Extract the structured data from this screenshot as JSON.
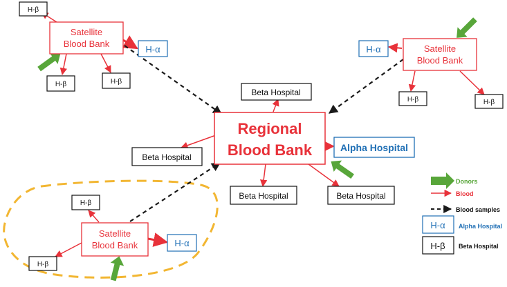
{
  "colors": {
    "blood": "#e8323a",
    "alpha": "#1f6fb5",
    "beta": "#111111",
    "donor": "#58a63a",
    "samples": "#1a1a1a",
    "region": "#f2b632"
  },
  "nodes": {
    "regional": {
      "line1": "Regional",
      "line2": "Blood Bank"
    },
    "sat_tl": {
      "line1": "Satellite",
      "line2": "Blood Bank"
    },
    "sat_tr": {
      "line1": "Satellite",
      "line2": "Blood Bank"
    },
    "sat_bl": {
      "line1": "Satellite",
      "line2": "Blood Bank"
    },
    "alpha_main": "Alpha Hospital",
    "beta_top": "Beta Hospital",
    "beta_left": "Beta Hospital",
    "beta_bottom": "Beta Hospital",
    "beta_right": "Beta Hospital",
    "ha_tl": "H-α",
    "ha_tr": "H-α",
    "ha_bl": "H-α",
    "hb_tl_top": "H-β",
    "hb_tl_a": "H-β",
    "hb_tl_b": "H-β",
    "hb_tr_a": "H-β",
    "hb_tr_b": "H-β",
    "hb_bl_top": "H-β",
    "hb_bl_bottom": "H-β"
  },
  "legend": {
    "donors": "Donors",
    "blood": "Blood",
    "samples": "Blood samples",
    "ha_box": "H-α",
    "ha_label": "Alpha Hospital",
    "hb_box": "H-β",
    "hb_label": "Beta Hospital"
  }
}
